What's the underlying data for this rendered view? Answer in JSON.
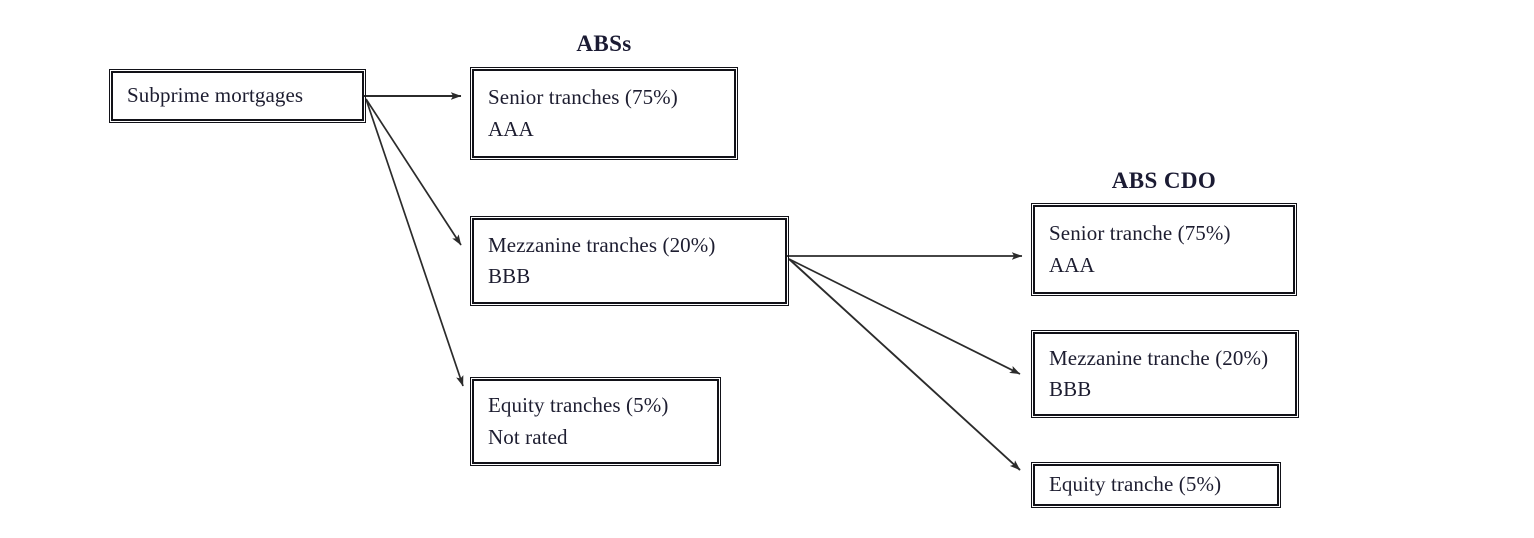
{
  "diagram": {
    "title_absent": true,
    "background_color": "#ffffff",
    "line_color": "#2b2b2b",
    "box_border_color": "#121218",
    "text_color": "#1d1d30",
    "groups": [
      {
        "id": "abss",
        "label": "ABSs"
      },
      {
        "id": "abs_cdo",
        "label": "ABS CDO"
      }
    ],
    "nodes": [
      {
        "id": "subprime",
        "lines": [
          "Subprime mortgages"
        ]
      },
      {
        "id": "abs_senior",
        "lines": [
          "Senior tranches (75%)",
          "AAA"
        ]
      },
      {
        "id": "abs_mezzanine",
        "lines": [
          "Mezzanine tranches (20%)",
          "BBB"
        ]
      },
      {
        "id": "abs_equity",
        "lines": [
          "Equity tranches (5%)",
          "Not rated"
        ]
      },
      {
        "id": "cdo_senior",
        "lines": [
          "Senior tranche (75%)",
          "AAA"
        ]
      },
      {
        "id": "cdo_mezzanine",
        "lines": [
          "Mezzanine tranche (20%)",
          "BBB"
        ]
      },
      {
        "id": "cdo_equity",
        "lines": [
          "Equity tranche (5%)"
        ]
      }
    ],
    "edges": [
      {
        "id": "subprime-to-abs-senior",
        "from": "subprime",
        "to": "abs_senior"
      },
      {
        "id": "subprime-to-abs-mezzanine",
        "from": "subprime",
        "to": "abs_mezzanine"
      },
      {
        "id": "subprime-to-abs-equity",
        "from": "subprime",
        "to": "abs_equity"
      },
      {
        "id": "mezzanine-to-cdo-senior",
        "from": "abs_mezzanine",
        "to": "cdo_senior"
      },
      {
        "id": "mezzanine-to-cdo-mezzanine",
        "from": "abs_mezzanine",
        "to": "cdo_mezzanine"
      },
      {
        "id": "mezzanine-to-cdo-equity",
        "from": "abs_mezzanine",
        "to": "cdo_equity"
      }
    ]
  }
}
